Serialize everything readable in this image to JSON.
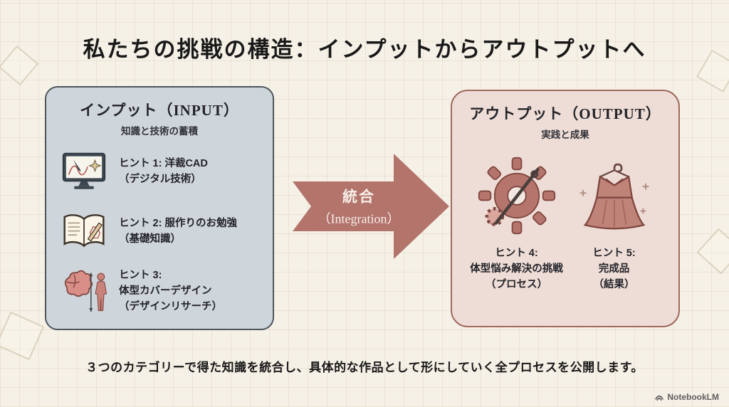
{
  "page": {
    "title": "私たちの挑戦の構造：インプットからアウトプットへ",
    "footer": "３つのカテゴリーで得た知識を統合し、具体的な作品として形にしていく全プロセスを公開します。",
    "watermark": "NotebookLM"
  },
  "input_box": {
    "title": "インプット（INPUT）",
    "subtitle": "知識と技術の蓄積",
    "items": [
      {
        "icon": "monitor-cad-icon",
        "label": "ヒント 1: 洋裁CAD\n（デジタル技術）"
      },
      {
        "icon": "sewing-book-icon",
        "label": "ヒント 2: 服作りのお勉強\n（基礎知識）"
      },
      {
        "icon": "brain-body-icon",
        "label": "ヒント 3:\n体型カバーデザイン\n（デザインリサーチ）"
      }
    ]
  },
  "arrow": {
    "label_top": "統合",
    "label_bottom": "（Integration）"
  },
  "output_box": {
    "title": "アウトプット（OUTPUT）",
    "subtitle": "実践と成果",
    "items": [
      {
        "icon": "gear-needle-icon",
        "label": "ヒント 4:\n体型悩み解決の挑戦\n（プロセス）"
      },
      {
        "icon": "dress-icon",
        "label": "ヒント 5:\n完成品\n（結果）"
      }
    ]
  },
  "colors": {
    "bg": "#f6f1e7",
    "arrow": "#b3746c",
    "input-bg": "#cfd6db",
    "input-border": "#4d555c",
    "output-bg": "#eeddd6",
    "output-border": "#a06a5e",
    "text": "#1f1f1f"
  }
}
